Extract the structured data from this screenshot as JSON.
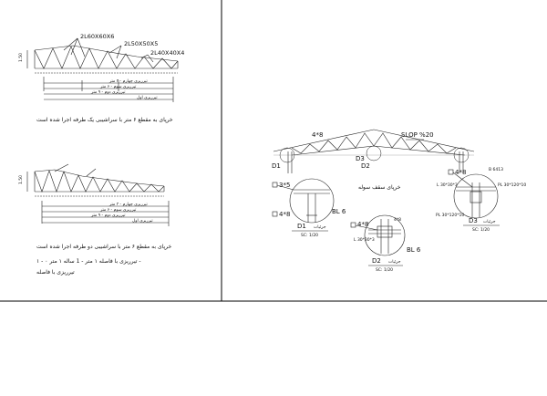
{
  "left_panel": {
    "truss1": {
      "section_labels": [
        "2L60X60X6",
        "2L50X50X5",
        "2L40X40X4"
      ],
      "height_label": "1.50",
      "dim_notes": [
        "تیرریزی چهارم - ۳ متر",
        "تیرریزی سوم - ۶ متر",
        "تیرریزی دوم - ۹ متر",
        "تیرریزی اول"
      ],
      "caption": "خرپای به مقطع ۶ متر با سراشیبی یک طرفه اجرا شده است"
    },
    "truss2": {
      "height_label": "1.50",
      "dim_notes": [
        "تیرریزی چهارم - ۳ متر",
        "تیرریزی سوم - ۶ متر",
        "تیرریزی دوم - ۹ متر",
        "تیرریزی اول"
      ],
      "caption": "خرپای به مقطع ۶ متر با سراشیبی دو طرفه اجرا شده است",
      "note_line1": "تیرریزی با فاصله ۱ متر  - 1 ساله  ۱ متر  ۰ - ۱ -",
      "note_line2": "تیرریزی با فاصله"
    }
  },
  "right_panel": {
    "roof_truss": {
      "top_label": "4*8",
      "slope_label": "SLOP %20",
      "caption": "خرپای سقف سوله",
      "node_labels": [
        "D1",
        "D2",
        "D3"
      ]
    },
    "detail_d1": {
      "label_top": "3*5",
      "label_bottom": "4*8",
      "plate_label": "BL 6",
      "title": "D1",
      "subtitle": "جزئیات",
      "scale": "SC: 1/20"
    },
    "detail_d2": {
      "label_top": "4*8",
      "label_mid": "4*8",
      "side_label": "L 30*30*3",
      "plate_label": "BL 6",
      "title": "D2",
      "subtitle": "جزئیات",
      "scale": "SC: 1/20"
    },
    "detail_d3": {
      "label_top": "4*8",
      "top_small": "B 6413",
      "left_small": "L 30*30*3",
      "right_small": "PL 30*120*10",
      "bottom_small": "PL 30*120*10",
      "title": "D3",
      "subtitle": "جزئیات",
      "scale": "SC: 1/20"
    }
  }
}
